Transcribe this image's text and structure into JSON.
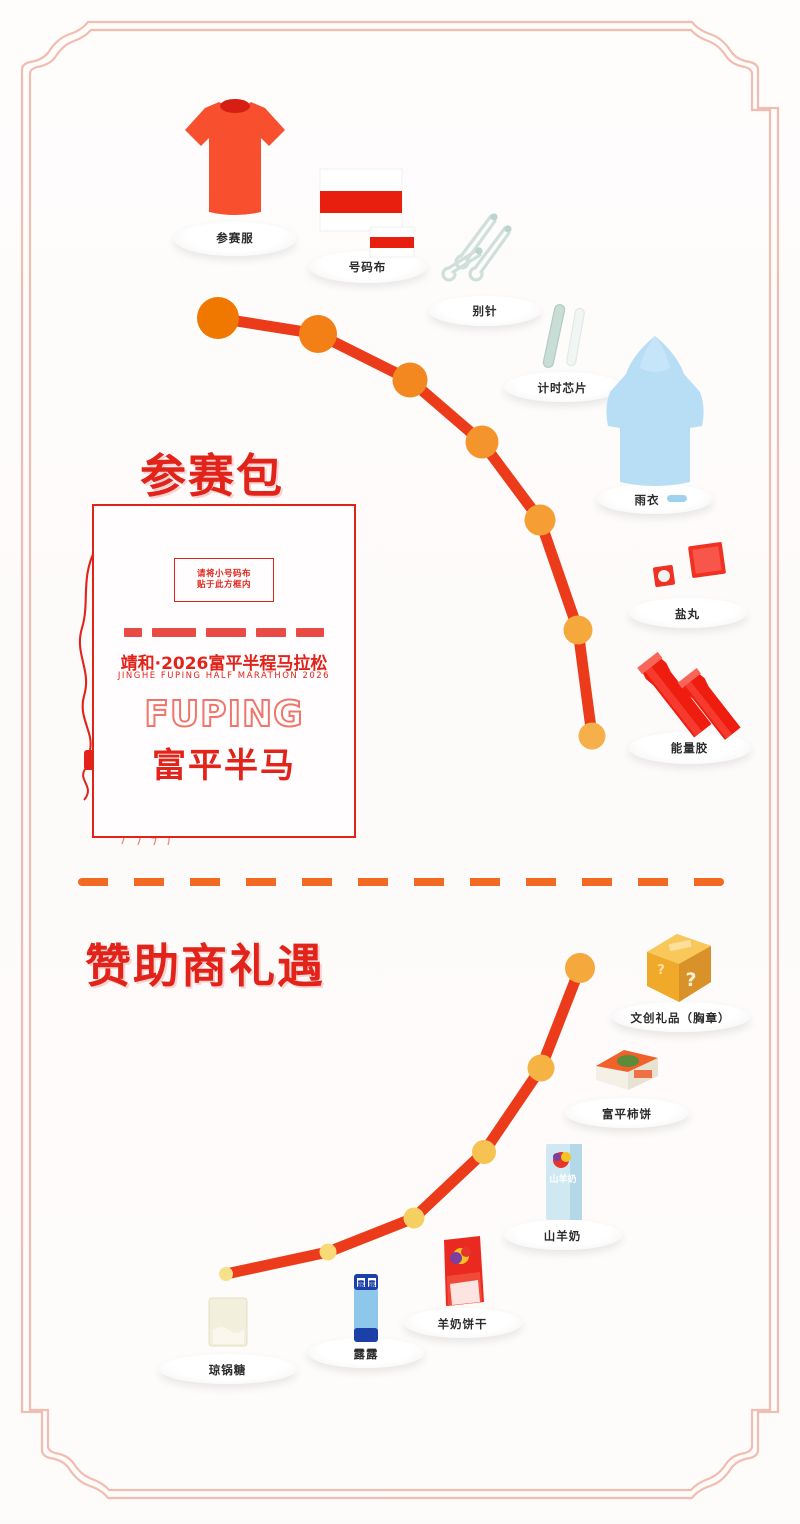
{
  "theme": {
    "red": "#e2231a",
    "orange": "#f26a21",
    "light_orange": "#f5a93c",
    "pale_yellow": "#f7e08a",
    "border_pink": "#f0bdb0",
    "background": "#fdfbfa"
  },
  "sections": [
    {
      "id": "race-pack",
      "title": "参赛包"
    },
    {
      "id": "sponsor-gifts",
      "title": "赞助商礼遇"
    }
  ],
  "poster": {
    "bib_note_line1": "请将小号码布",
    "bib_note_line2": "贴于此方框内",
    "title_cn": "靖和·2026富平半程马拉松",
    "title_en": "JINGHE FUPING HALF MARATHON 2026",
    "wordmark_en": "FUPING",
    "wordmark_cn": "富平半马",
    "sponsor_logo_count": 5
  },
  "race_pack_items": [
    {
      "label": "参赛服",
      "icon": "tshirt-icon"
    },
    {
      "label": "号码布",
      "icon": "race-bib-icon"
    },
    {
      "label": "别针",
      "icon": "safety-pin-icon"
    },
    {
      "label": "计时芯片",
      "icon": "timing-chip-icon"
    },
    {
      "label": "雨衣",
      "icon": "raincoat-icon"
    },
    {
      "label": "盐丸",
      "icon": "salt-pill-icon"
    },
    {
      "label": "能量胶",
      "icon": "energy-gel-icon"
    }
  ],
  "sponsor_items": [
    {
      "label": "文创礼品（胸章）",
      "icon": "mystery-gift-box-icon"
    },
    {
      "label": "富平柿饼",
      "icon": "persimmon-cake-box-icon"
    },
    {
      "label": "山羊奶",
      "icon": "goat-milk-carton-icon"
    },
    {
      "label": "羊奶饼干",
      "icon": "goat-milk-biscuit-pack-icon"
    },
    {
      "label": "露露",
      "icon": "lulu-drink-can-icon"
    },
    {
      "label": "琼锅糖",
      "icon": "qiongguo-candy-icon"
    }
  ],
  "path_top": {
    "dot_colors": [
      "#f07800",
      "#f38017",
      "#f38820",
      "#f4942c",
      "#f59e33",
      "#f5a93c",
      "#f6b049"
    ],
    "dot_sizes": [
      42,
      38,
      35,
      33,
      31,
      29,
      27
    ]
  },
  "path_bottom": {
    "dot_colors": [
      "#f7e08a",
      "#f7d977",
      "#f6cf63",
      "#f6c251",
      "#f5b344",
      "#f5a93c"
    ],
    "dot_sizes": [
      14,
      17,
      21,
      24,
      27,
      30
    ]
  }
}
